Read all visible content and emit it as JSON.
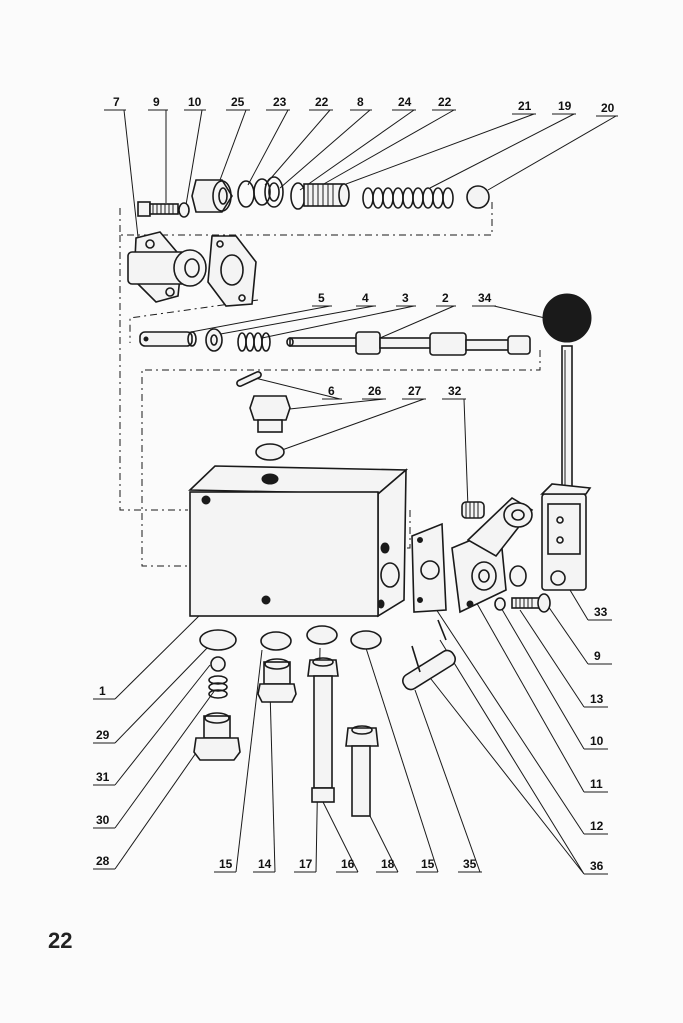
{
  "page_number": "22",
  "callouts": [
    {
      "id": "c7",
      "text": "7"
    },
    {
      "id": "c9a",
      "text": "9"
    },
    {
      "id": "c10a",
      "text": "10"
    },
    {
      "id": "c25",
      "text": "25"
    },
    {
      "id": "c23",
      "text": "23"
    },
    {
      "id": "c22a",
      "text": "22"
    },
    {
      "id": "c8",
      "text": "8"
    },
    {
      "id": "c24",
      "text": "24"
    },
    {
      "id": "c22b",
      "text": "22"
    },
    {
      "id": "c21",
      "text": "21"
    },
    {
      "id": "c19",
      "text": "19"
    },
    {
      "id": "c20",
      "text": "20"
    },
    {
      "id": "c5",
      "text": "5"
    },
    {
      "id": "c4",
      "text": "4"
    },
    {
      "id": "c3",
      "text": "3"
    },
    {
      "id": "c2",
      "text": "2"
    },
    {
      "id": "c34",
      "text": "34"
    },
    {
      "id": "c6",
      "text": "6"
    },
    {
      "id": "c26",
      "text": "26"
    },
    {
      "id": "c27",
      "text": "27"
    },
    {
      "id": "c32",
      "text": "32"
    },
    {
      "id": "c33",
      "text": "33"
    },
    {
      "id": "c9b",
      "text": "9"
    },
    {
      "id": "c13",
      "text": "13"
    },
    {
      "id": "c10b",
      "text": "10"
    },
    {
      "id": "c11",
      "text": "11"
    },
    {
      "id": "c12",
      "text": "12"
    },
    {
      "id": "c36",
      "text": "36"
    },
    {
      "id": "c1",
      "text": "1"
    },
    {
      "id": "c29",
      "text": "29"
    },
    {
      "id": "c31",
      "text": "31"
    },
    {
      "id": "c30",
      "text": "30"
    },
    {
      "id": "c28",
      "text": "28"
    },
    {
      "id": "c15a",
      "text": "15"
    },
    {
      "id": "c14",
      "text": "14"
    },
    {
      "id": "c17",
      "text": "17"
    },
    {
      "id": "c16",
      "text": "16"
    },
    {
      "id": "c18",
      "text": "18"
    },
    {
      "id": "c15b",
      "text": "15"
    },
    {
      "id": "c35",
      "text": "35"
    }
  ]
}
